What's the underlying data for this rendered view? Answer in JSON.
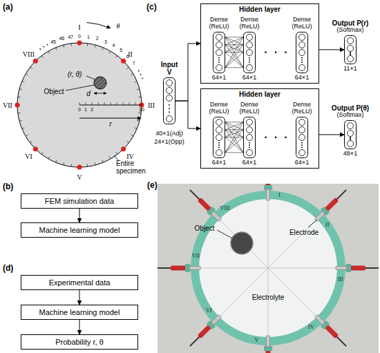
{
  "diagram": {
    "nodes": [
      {
        "text": [
          "Input V"
        ]
      },
      {
        "text": [
          "Hidden layer"
        ]
      },
      {
        "text": [
          "Dense (ReLU)",
          "64×1"
        ],
        "in": 1
      },
      {
        "text": [
          "Dense (ReLU)",
          "64×1"
        ],
        "in": 1
      },
      {
        "text": [
          "Dense (ReLU)",
          "64×1"
        ],
        "in": 1
      },
      {
        "text": [
          "Output P(r)",
          "(Softmax)",
          "11×1"
        ]
      },
      {
        "text": [
          "Hidden layer"
        ]
      },
      {
        "text": [
          "Dense (ReLU)",
          "64×1"
        ],
        "in": 6
      },
      {
        "text": [
          "Dense (ReLU)",
          "64×1"
        ],
        "in": 6
      },
      {
        "text": [
          "Dense (ReLU)",
          "64×1"
        ],
        "in": 6
      },
      {
        "text": [
          "Output P(θ)",
          "(Softmax)",
          "48×1"
        ]
      },
      {
        "text": [
          "FEM simulation data"
        ]
      },
      {
        "text": [
          "Machine learning model"
        ]
      },
      {
        "text": [
          "Experimental data"
        ]
      },
      {
        "text": [
          "Machine learning model"
        ]
      },
      {
        "text": [
          "Probability r, θ"
        ]
      }
    ],
    "edges": [
      {
        "from": 0,
        "to": 1,
        "arrow": "to"
      },
      {
        "from": 0,
        "to": 6,
        "arrow": "to"
      },
      {
        "from": 2,
        "to": 3,
        "arrow": "none"
      },
      {
        "from": 1,
        "to": 5,
        "arrow": "to"
      },
      {
        "from": 7,
        "to": 8,
        "arrow": "none"
      },
      {
        "from": 6,
        "to": 10,
        "arrow": "to"
      },
      {
        "from": 11,
        "to": 12,
        "arrow": "to"
      },
      {
        "from": 13,
        "to": 14,
        "arrow": "to"
      },
      {
        "from": 14,
        "to": 15,
        "arrow": "to"
      }
    ],
    "labels": [
      "(a)",
      "I",
      "II",
      "III",
      "IV",
      "V",
      "VI",
      "VII",
      "VIII",
      "θ",
      "45",
      "46",
      "47",
      "0",
      "1",
      "2",
      "3",
      "4",
      "5",
      "6",
      "7",
      "(r, θ)",
      "Object",
      "d",
      "0",
      "1",
      "2",
      "10",
      "r",
      "Entire specimen",
      "(b)",
      "(c)",
      "40×1(Adj)",
      "24×1(Opp)",
      "(d)",
      "(e)",
      "I",
      "II",
      "III",
      "IV",
      "V",
      "VI",
      "VII",
      "VIII",
      "Object",
      "Electrode",
      "Electrolyte"
    ]
  }
}
